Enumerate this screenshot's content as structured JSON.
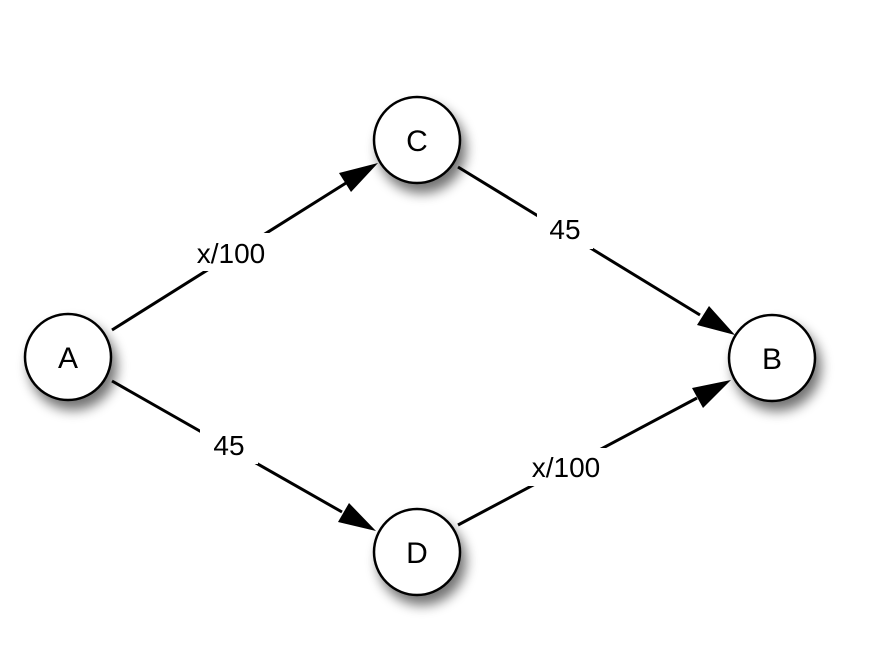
{
  "nodes": {
    "a": {
      "label": "A"
    },
    "b": {
      "label": "B"
    },
    "c": {
      "label": "C"
    },
    "d": {
      "label": "D"
    }
  },
  "edges": {
    "a_c": {
      "from": "A",
      "to": "C",
      "label": "x/100"
    },
    "c_b": {
      "from": "C",
      "to": "B",
      "label": "45"
    },
    "a_d": {
      "from": "A",
      "to": "D",
      "label": "45"
    },
    "d_b": {
      "from": "D",
      "to": "B",
      "label": "x/100"
    }
  }
}
